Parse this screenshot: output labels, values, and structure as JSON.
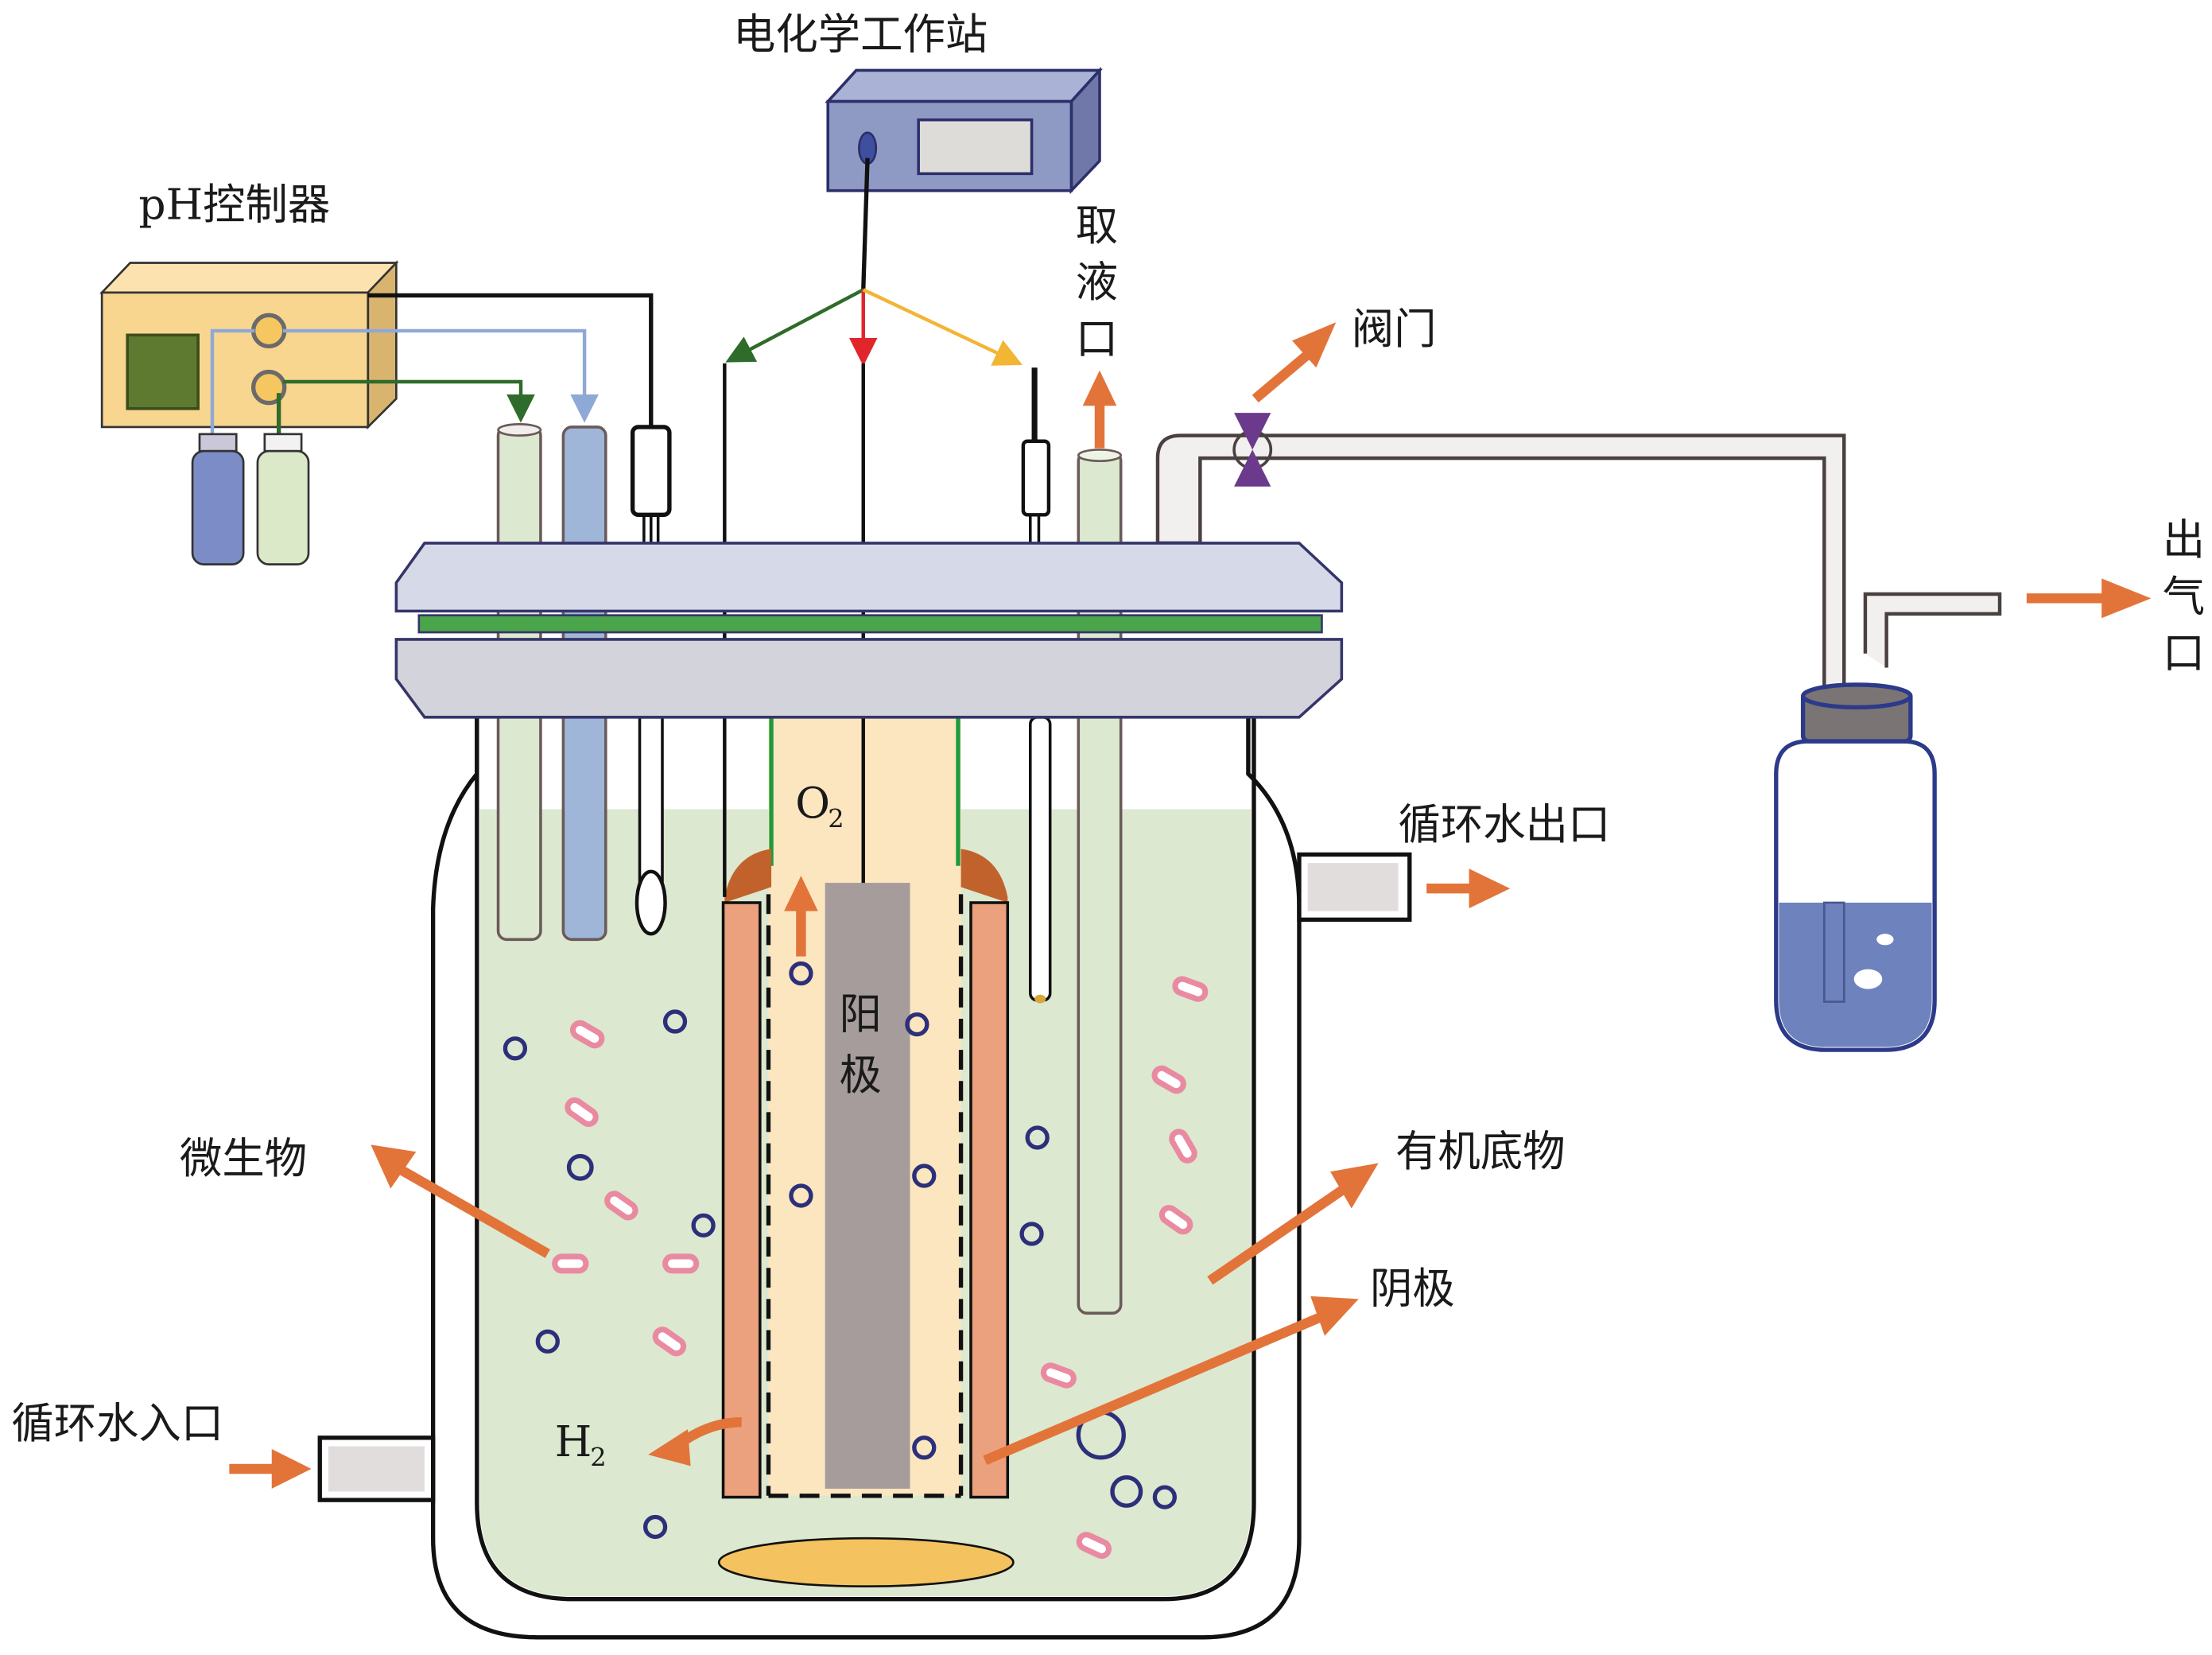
{
  "title": "微生物电解池反应器装置示意图",
  "labels": {
    "electrochemical_workstation": "电化学工作站",
    "ph_controller": "pH控制器",
    "sampling_port": [
      "取",
      "液",
      "口"
    ],
    "valve": "阀门",
    "gas_outlet": [
      "出",
      "气",
      "口"
    ],
    "circulating_water_outlet": "循环水出口",
    "circulating_water_inlet": "循环水入口",
    "microorganism": "微生物",
    "organic_substrate": "有机底物",
    "cathode": "阴极",
    "anode": [
      "阳",
      "极"
    ],
    "oxygen": {
      "base": "O",
      "sub": "2"
    },
    "hydrogen": {
      "base": "H",
      "sub": "2"
    }
  },
  "colors": {
    "arrow": "#e2743a",
    "lid": "#d6d9e8",
    "lid_lower": "#d3d3dc",
    "gasket": "#4aa54a",
    "electrolyte": "#dce8cf",
    "anode_chamber": "#fbe6bf",
    "anode": "#a69c9c",
    "cathode": "#eba17e",
    "cathode_cap": "#c1622c",
    "stirrer": "#f4c35f",
    "workstation": "#8f9ac4",
    "ph_box": "#f9d68f",
    "bottle_liquid": "#6e82bd",
    "valve": "#6b3a8c",
    "wire_green": "#2f6b2a",
    "wire_red": "#e0262b",
    "wire_yellow": "#f2b534",
    "tube_blue": "#8fa9d6",
    "microbe": "#e98aa0",
    "bubble": "#2c2f7a"
  }
}
